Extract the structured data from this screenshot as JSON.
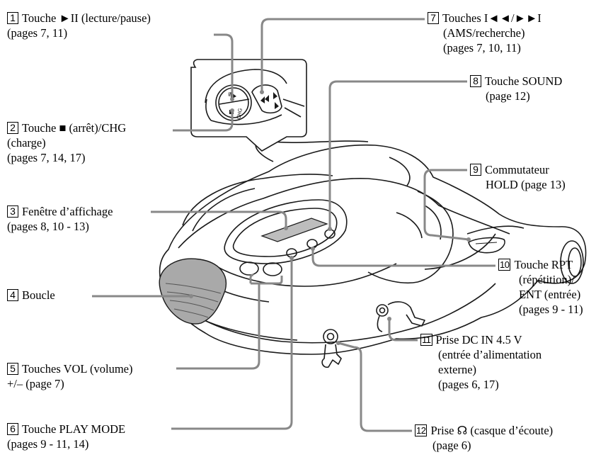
{
  "callouts": [
    {
      "num": "1",
      "lines": [
        "Touche ►II (lecture/pause)",
        "(pages 7, 11)"
      ]
    },
    {
      "num": "2",
      "lines": [
        "Touche ■ (arrêt)/CHG",
        "(charge)",
        "(pages 7, 14, 17)"
      ]
    },
    {
      "num": "3",
      "lines": [
        "Fenêtre d’affichage",
        "(pages 8, 10 - 13)"
      ]
    },
    {
      "num": "4",
      "lines": [
        "Boucle"
      ]
    },
    {
      "num": "5",
      "lines": [
        "Touches VOL (volume)",
        "+/– (page 7)"
      ]
    },
    {
      "num": "6",
      "lines": [
        "Touche PLAY MODE",
        "(pages 9 - 11, 14)"
      ]
    },
    {
      "num": "7",
      "lines": [
        "Touches I◄◄/►►I",
        "(AMS/recherche)",
        "(pages 7, 10, 11)"
      ]
    },
    {
      "num": "8",
      "lines": [
        "Touche SOUND",
        "(page 12)"
      ]
    },
    {
      "num": "9",
      "lines": [
        "Commutateur",
        "HOLD (page 13)"
      ]
    },
    {
      "num": "10",
      "lines": [
        "Touche RPT",
        "(répétition)/",
        "ENT (entrée)",
        "(pages 9 - 11)"
      ]
    },
    {
      "num": "11",
      "lines": [
        "Prise DC IN 4.5 V",
        "(entrée d’alimentation",
        "externe)",
        "(pages 6, 17)"
      ]
    },
    {
      "num": "12",
      "lines": [
        "Prise ☊ (casque d’écoute)",
        "(page 6)"
      ]
    }
  ],
  "inset": {
    "button_marks": [
      "≡",
      "CHG"
    ]
  },
  "colors": {
    "line": "#888888",
    "outline": "#1a1a1a",
    "shade": "#bdbdbd",
    "buckle": "#a9a9a9"
  }
}
